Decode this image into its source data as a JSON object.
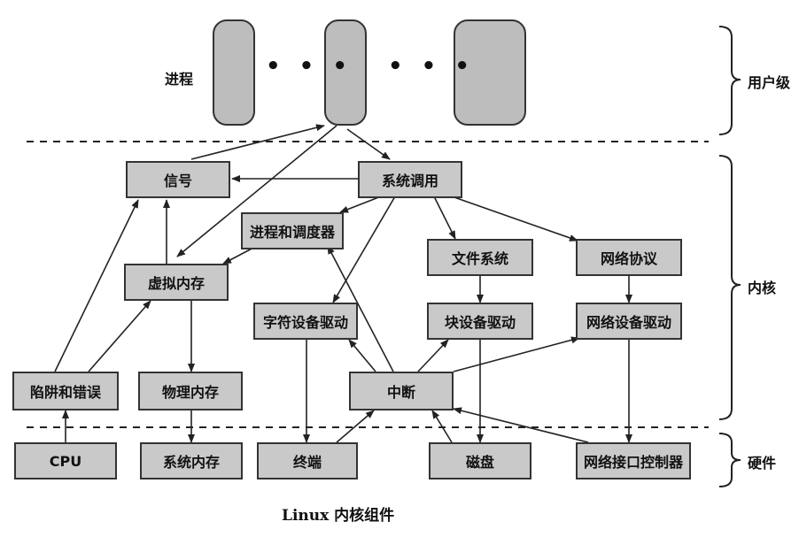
{
  "levels": {
    "user": "用户级",
    "kernel": "内核",
    "hardware": "硬件"
  },
  "process_label": "进程",
  "ellipsis": "• • •",
  "components": {
    "signal": "信号",
    "syscall": "系统调用",
    "scheduler": "进程和调度器",
    "vm": "虚拟内存",
    "filesystem": "文件系统",
    "netproto": "网络协议",
    "chardev": "字符设备驱动",
    "blockdev": "块设备驱动",
    "netdev": "网络设备驱动",
    "traps": "陷阱和错误",
    "physmem": "物理内存",
    "interrupt": "中断",
    "cpu": "CPU",
    "sysmem": "系统内存",
    "terminal": "终端",
    "disk": "磁盘",
    "nic": "网络接口控制器"
  },
  "caption": "Linux 内核组件"
}
